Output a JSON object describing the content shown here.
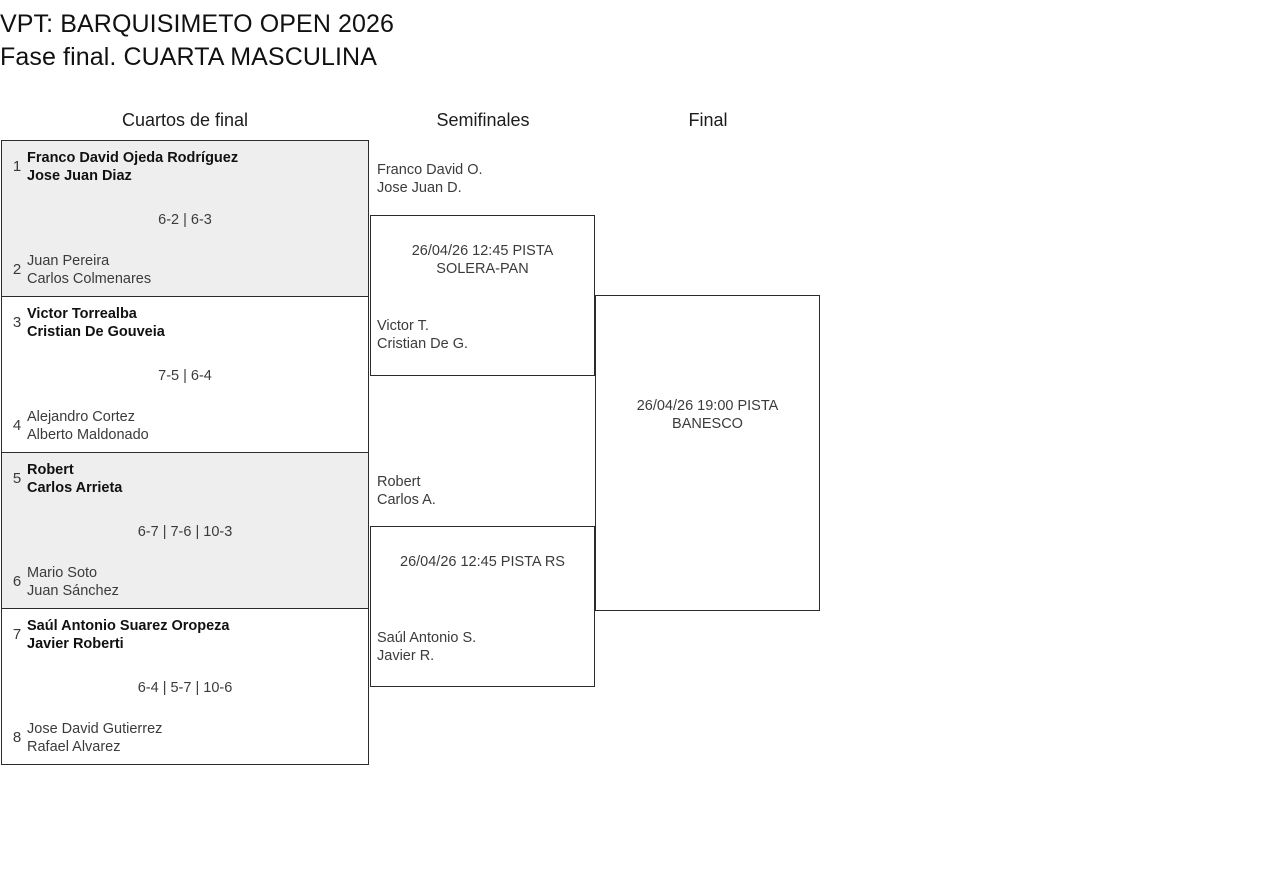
{
  "title": {
    "line1": "VPT: BARQUISIMETO OPEN 2026",
    "line2": "Fase final. CUARTA MASCULINA"
  },
  "rounds": {
    "quarterfinals_label": "Cuartos de final",
    "semifinals_label": "Semifinales",
    "final_label": "Final"
  },
  "quarterfinals": [
    {
      "top": {
        "seed": "1",
        "player1": "Franco David Ojeda Rodríguez",
        "player2": "Jose Juan Diaz",
        "winner": true
      },
      "bottom": {
        "seed": "2",
        "player1": "Juan Pereira",
        "player2": "Carlos Colmenares",
        "winner": false
      },
      "score": "6-2 | 6-3"
    },
    {
      "top": {
        "seed": "3",
        "player1": "Victor Torrealba",
        "player2": "Cristian De Gouveia",
        "winner": true
      },
      "bottom": {
        "seed": "4",
        "player1": "Alejandro Cortez",
        "player2": "Alberto Maldonado",
        "winner": false
      },
      "score": "7-5 | 6-4"
    },
    {
      "top": {
        "seed": "5",
        "player1": "Robert",
        "player2": "Carlos Arrieta",
        "winner": true
      },
      "bottom": {
        "seed": "6",
        "player1": "Mario Soto",
        "player2": "Juan Sánchez",
        "winner": false
      },
      "score": "6-7 | 7-6 | 10-3"
    },
    {
      "top": {
        "seed": "7",
        "player1": "Saúl Antonio Suarez Oropeza",
        "player2": "Javier Roberti",
        "winner": true
      },
      "bottom": {
        "seed": "8",
        "player1": "Jose David Gutierrez",
        "player2": "Rafael Alvarez",
        "winner": false
      },
      "score": "6-4 | 5-7 | 10-6"
    }
  ],
  "semifinals": [
    {
      "top": {
        "player1": "Franco David O.",
        "player2": "Jose Juan D."
      },
      "bottom": {
        "player1": "Victor T.",
        "player2": "Cristian De G."
      },
      "schedule": "26/04/26 12:45 PISTA SOLERA-PAN"
    },
    {
      "top": {
        "player1": "Robert",
        "player2": "Carlos A."
      },
      "bottom": {
        "player1": "Saúl Antonio S.",
        "player2": "Javier R."
      },
      "schedule": "26/04/26 12:45 PISTA RS"
    }
  ],
  "final": {
    "schedule": "26/04/26 19:00 PISTA BANESCO"
  },
  "colors": {
    "shaded_row": "#eeeeee",
    "border": "#2b2b2b",
    "text": "#3b3b3b",
    "winner_text": "#111111"
  }
}
